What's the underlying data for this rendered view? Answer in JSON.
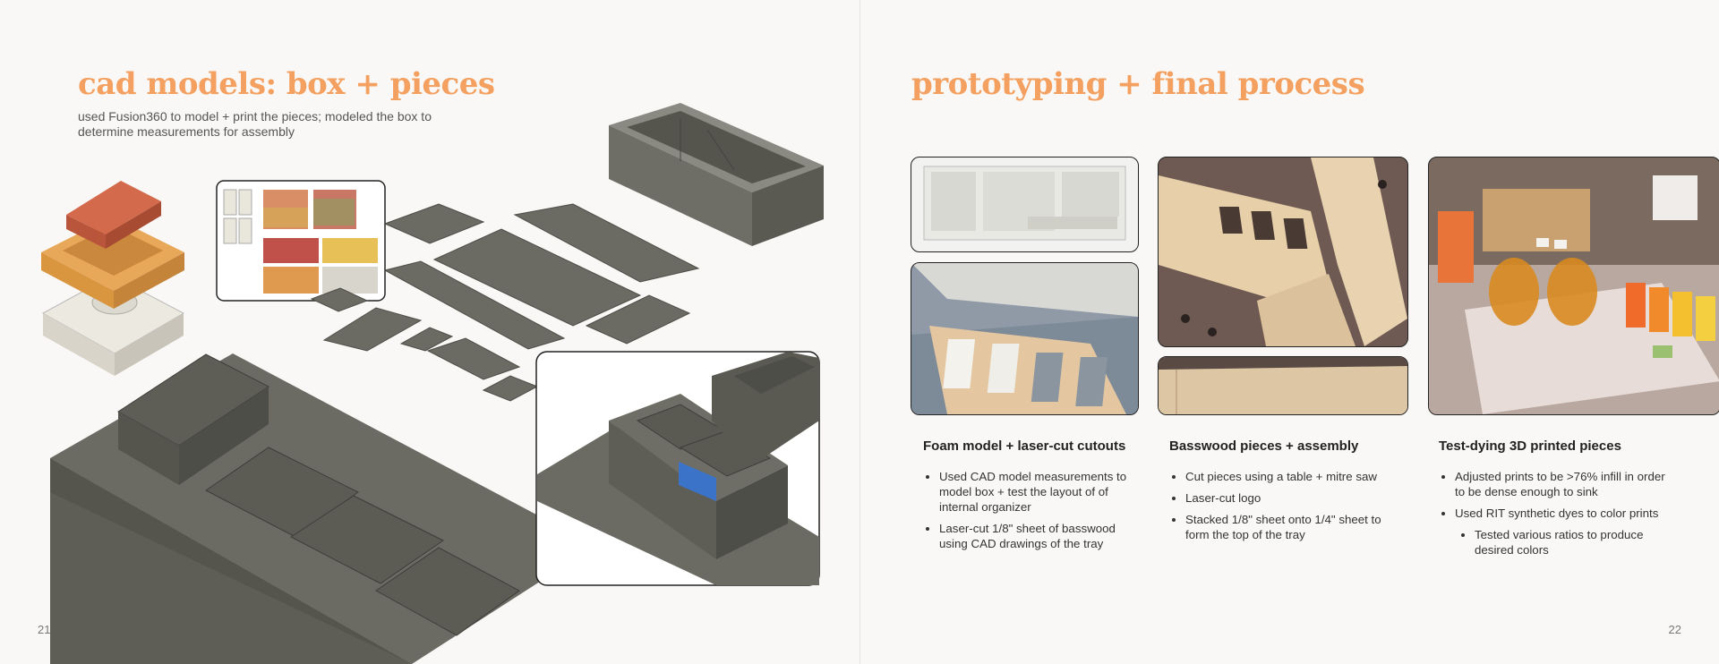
{
  "left_page": {
    "title": "cad models: box + pieces",
    "subtitle": "used Fusion360 to model + print the pieces; modeled the box to determine measurements for assembly",
    "page_number": "21"
  },
  "right_page": {
    "title": "prototyping + final process",
    "page_number": "22",
    "columns": [
      {
        "caption": "Foam model + laser-cut cutouts",
        "bullets": [
          "Used CAD model measurements to model box + test the layout of of internal organizer",
          "Laser-cut 1/8\" sheet of basswood using CAD drawings of the tray"
        ]
      },
      {
        "caption": "Basswood pieces + assembly",
        "bullets": [
          "Cut pieces using a table + mitre saw",
          "Laser-cut logo",
          "Stacked 1/8\" sheet onto 1/4\" sheet to form the top of the tray"
        ]
      },
      {
        "caption": "Test-dying 3D printed pieces",
        "bullets": [
          "Adjusted prints to be >76% infill in order to be dense enough to sink",
          "Used RIT synthetic dyes to color prints"
        ],
        "sub_bullets": [
          "Tested various ratios to produce desired colors"
        ]
      }
    ]
  },
  "colors": {
    "accent": "#f4a060",
    "cad_gray": "#6b6b63",
    "background": "#faf8f6"
  }
}
